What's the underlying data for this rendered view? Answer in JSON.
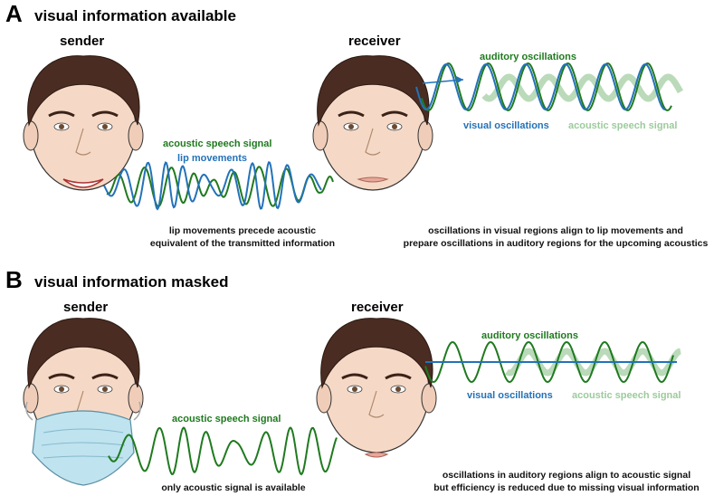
{
  "colors": {
    "acoustic": "#1f7a1f",
    "acoustic_faded": "#9ccb9c",
    "visual": "#2372b9",
    "skin": "#f5d9c6",
    "hair": "#4a2c22",
    "mask": "#bfe3ef"
  },
  "panel_a": {
    "letter": "A",
    "title": "visual information available",
    "sender_label": "sender",
    "receiver_label": "receiver",
    "sender_acoustic_label": "acoustic speech signal",
    "sender_lip_label": "lip movements",
    "receiver_auditory_label": "auditory oscillations",
    "receiver_visual_label": "visual oscillations",
    "receiver_acoustic_label": "acoustic speech signal",
    "caption_left_1": "lip movements precede acoustic",
    "caption_left_2": "equivalent of the transmitted information",
    "caption_right_1": "oscillations in visual regions align to lip movements and",
    "caption_right_2": "prepare oscillations in auditory regions for the upcoming acoustics"
  },
  "panel_b": {
    "letter": "B",
    "title": "visual information masked",
    "sender_label": "sender",
    "receiver_label": "receiver",
    "sender_acoustic_label": "acoustic speech signal",
    "receiver_auditory_label": "auditory oscillations",
    "receiver_visual_label": "visual oscillations",
    "receiver_acoustic_label": "acoustic speech signal",
    "caption_left_1": "only acoustic signal is available",
    "caption_right_1": "oscillations in auditory regions align to acoustic signal",
    "caption_right_2": "but efficiency is reduced due to missing visual information"
  }
}
